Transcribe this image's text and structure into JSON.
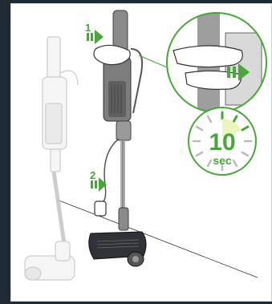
{
  "steps": {
    "step1": "1",
    "step2": "2"
  },
  "timer": {
    "value": "10",
    "unit": "sec",
    "highlighted_ticks_fraction": 0.25
  },
  "colors": {
    "accent_green": "#49a63a",
    "background_dark": "#1f2a33",
    "line_gray": "#9aa0a6"
  }
}
